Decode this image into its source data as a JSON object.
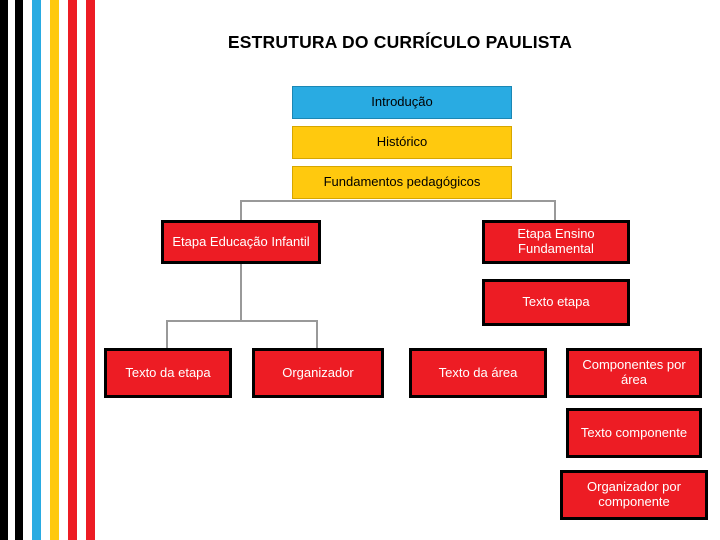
{
  "page": {
    "title": "ESTRUTURA DO CURRÍCULO PAULISTA",
    "background": "#ffffff"
  },
  "colors": {
    "blue": "#29abe2",
    "yellow": "#ffc90e",
    "red": "#ed1c24",
    "black": "#000000",
    "connector": "#999999"
  },
  "stripes": [
    {
      "name": "black-outer",
      "color": "#000000"
    },
    {
      "name": "white-1",
      "color": "#ffffff"
    },
    {
      "name": "black-2",
      "color": "#000000"
    },
    {
      "name": "white-2",
      "color": "#ffffff"
    },
    {
      "name": "blue",
      "color": "#29abe2"
    },
    {
      "name": "white-3",
      "color": "#ffffff"
    },
    {
      "name": "yellow",
      "color": "#ffc90e"
    },
    {
      "name": "white-4",
      "color": "#ffffff"
    },
    {
      "name": "red-1",
      "color": "#ed1c24"
    },
    {
      "name": "white-5",
      "color": "#ffffff"
    },
    {
      "name": "red-2",
      "color": "#ed1c24"
    }
  ],
  "chart_data": {
    "type": "diagram",
    "title": "ESTRUTURA DO CURRÍCULO PAULISTA",
    "nodes": [
      {
        "id": "introducao",
        "label": "Introdução",
        "color": "#29abe2",
        "level": 0
      },
      {
        "id": "historico",
        "label": "Histórico",
        "color": "#ffc90e",
        "level": 1
      },
      {
        "id": "fundamentos",
        "label": "Fundamentos pedagógicos",
        "color": "#ffc90e",
        "level": 2
      },
      {
        "id": "etapa-infantil",
        "label": "Etapa Educação Infantil",
        "color": "#ed1c24",
        "level": 3
      },
      {
        "id": "etapa-fundamental",
        "label": "Etapa Ensino Fundamental",
        "color": "#ed1c24",
        "level": 3
      },
      {
        "id": "texto-etapa-2",
        "label": "Texto etapa",
        "color": "#ed1c24",
        "level": 4
      },
      {
        "id": "texto-da-etapa",
        "label": "Texto da etapa",
        "color": "#ed1c24",
        "level": 5
      },
      {
        "id": "organizador",
        "label": "Organizador",
        "color": "#ed1c24",
        "level": 5
      },
      {
        "id": "texto-da-area",
        "label": "Texto da área",
        "color": "#ed1c24",
        "level": 5
      },
      {
        "id": "componentes-por-area",
        "label": "Componentes por área",
        "color": "#ed1c24",
        "level": 5
      },
      {
        "id": "texto-componente",
        "label": "Texto componente",
        "color": "#ed1c24",
        "level": 6
      },
      {
        "id": "organizador-por-componente",
        "label": "Organizador por componente",
        "color": "#ed1c24",
        "level": 7
      }
    ],
    "edges": [
      {
        "from": "fundamentos",
        "to": "etapa-infantil"
      },
      {
        "from": "fundamentos",
        "to": "etapa-fundamental"
      },
      {
        "from": "etapa-infantil",
        "to": "texto-da-etapa"
      },
      {
        "from": "etapa-infantil",
        "to": "organizador"
      }
    ]
  }
}
